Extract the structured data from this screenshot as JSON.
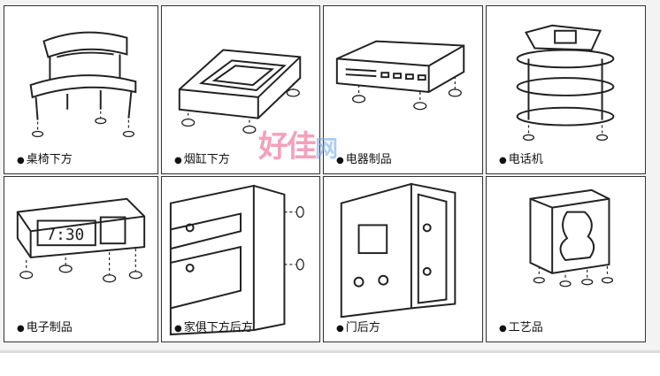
{
  "items": [
    {
      "label": "桌椅下方",
      "icon": "chair-icon"
    },
    {
      "label": "烟缸下方",
      "icon": "ashtray-icon"
    },
    {
      "label": "电器制品",
      "icon": "electric-appliance-icon"
    },
    {
      "label": "电话机",
      "icon": "telephone-icon"
    },
    {
      "label": "电子制品",
      "icon": "digital-clock-icon"
    },
    {
      "label": "家俱下方后方",
      "icon": "cabinet-icon"
    },
    {
      "label": "门后方",
      "icon": "door-icon"
    },
    {
      "label": "工艺品",
      "icon": "art-display-icon"
    }
  ],
  "clock_display": "7:30",
  "watermark": {
    "part1": "好佳",
    "part2": "网"
  },
  "bullet": "●",
  "colors": {
    "line": "#222222",
    "background": "#f3f3f3",
    "watermark_pink": "#ec608c",
    "watermark_blue": "#78aaeb"
  }
}
